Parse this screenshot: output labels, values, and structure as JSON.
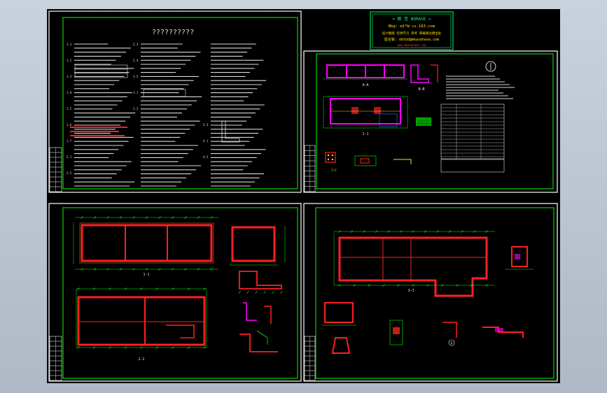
{
  "colors": {
    "background": "#000000",
    "border": "#ffffff",
    "inner_frame": "#00ff00",
    "wall": "#ff2020",
    "wall_fill": "#ff00ff",
    "dimension": "#00ff00",
    "stamp": "#00ff66",
    "text": "#e0e0e0"
  },
  "sheet1": {
    "title": "??????????",
    "labels": [
      "1.1",
      "1.2",
      "1.3",
      "1.4",
      "1.5",
      "1.6",
      "1.7",
      "2.1",
      "2.2",
      "2.3",
      "2.4",
      "2.5",
      "3.1",
      "3.2",
      "3.3",
      "4.1",
      "4.2"
    ]
  },
  "stamp": {
    "line1": "= 图 签 NORASE =",
    "line2": "Bbg: m1*W  cs.163.com",
    "line3": "设计图纸 仅供学习 参考 转载请注明出处",
    "line4": "留言板: ddtbd@mkasdnase.com",
    "line5": "www.mkasdnase.com"
  },
  "sheet2": {
    "section_a": "A—A",
    "section_b": "B—B",
    "section_c": "C—C",
    "plan_label": "1-1"
  },
  "sheet3": {
    "plan_label": "1-1",
    "plan_label2": "2-2"
  },
  "sheet4": {
    "plan_label": "3-3",
    "detail_a": "A"
  }
}
